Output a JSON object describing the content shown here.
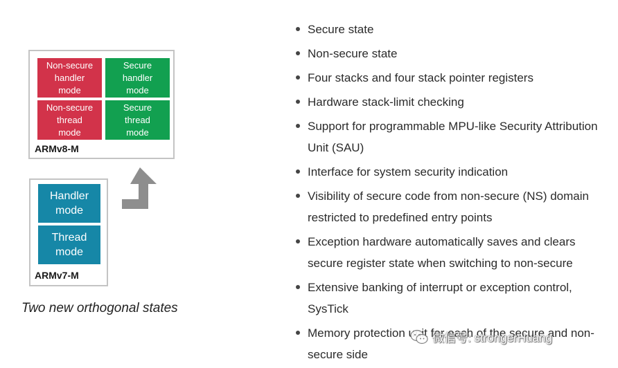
{
  "colors": {
    "nonsecure": "#d2334a",
    "secure": "#12a050",
    "legacy": "#1687a7",
    "arrow": "#8e8e8e"
  },
  "diagram": {
    "armv8": {
      "label": "ARMv8-M",
      "nonsecure_handler": "Non-secure\nhandler\nmode",
      "secure_handler": "Secure\nhandler\nmode",
      "nonsecure_thread": "Non-secure\nthread\nmode",
      "secure_thread": "Secure\nthread\nmode"
    },
    "armv7": {
      "label": "ARMv7-M",
      "handler": "Handler\nmode",
      "thread": "Thread\nmode"
    },
    "caption": "Two new orthogonal states"
  },
  "features": [
    "Secure state",
    "Non-secure state",
    "Four stacks and four stack pointer registers",
    "Hardware stack-limit checking",
    "Support for programmable MPU-like Security Attribution Unit (SAU)",
    "Interface for system security indication",
    "Visibility of secure code from non-secure (NS) domain restricted to predefined entry points",
    "Exception hardware automatically saves and clears secure register state when switching to non-secure",
    "Extensive banking of interrupt or exception control, SysTick",
    "Memory protection unit for each of the secure and non-secure side"
  ],
  "watermark": {
    "icon": "wechat-icon",
    "text": "微信号: strongerHuang"
  }
}
